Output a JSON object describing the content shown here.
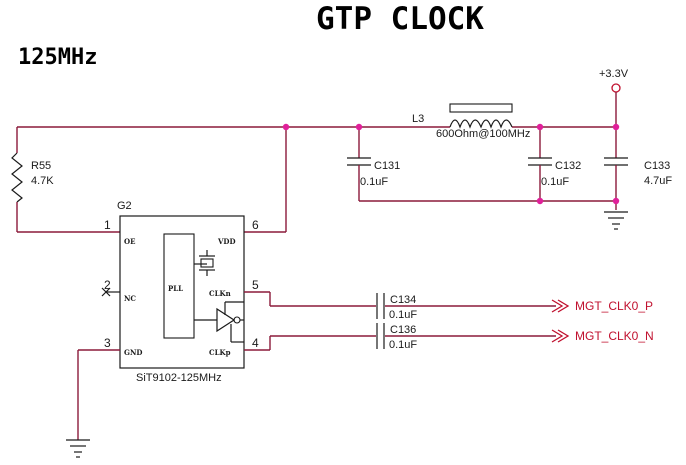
{
  "title": "GTP CLOCK",
  "subtitle": "125MHz",
  "power": {
    "label": "+3.3V"
  },
  "resistor": {
    "ref": "R55",
    "value": "4.7K"
  },
  "inductor": {
    "ref": "L3",
    "value": "600Ohm@100MHz"
  },
  "caps": [
    {
      "ref": "C131",
      "value": "0.1uF"
    },
    {
      "ref": "C132",
      "value": "0.1uF"
    },
    {
      "ref": "C133",
      "value": "4.7uF"
    },
    {
      "ref": "C134",
      "value": "0.1uF"
    },
    {
      "ref": "C136",
      "value": "0.1uF"
    }
  ],
  "ic": {
    "ref": "G2",
    "part": "SiT9102-125MHz",
    "block": "PLL",
    "pins": [
      {
        "num": "1",
        "name": "OE"
      },
      {
        "num": "2",
        "name": "NC"
      },
      {
        "num": "3",
        "name": "GND"
      },
      {
        "num": "4",
        "name": "CLKp"
      },
      {
        "num": "5",
        "name": "CLKn"
      },
      {
        "num": "6",
        "name": "VDD"
      }
    ]
  },
  "nets": [
    {
      "label": "MGT_CLK0_P"
    },
    {
      "label": "MGT_CLK0_N"
    }
  ],
  "colors": {
    "wire": "#8b1a3a",
    "node": "#e0209a",
    "net_label": "#c0102e"
  }
}
